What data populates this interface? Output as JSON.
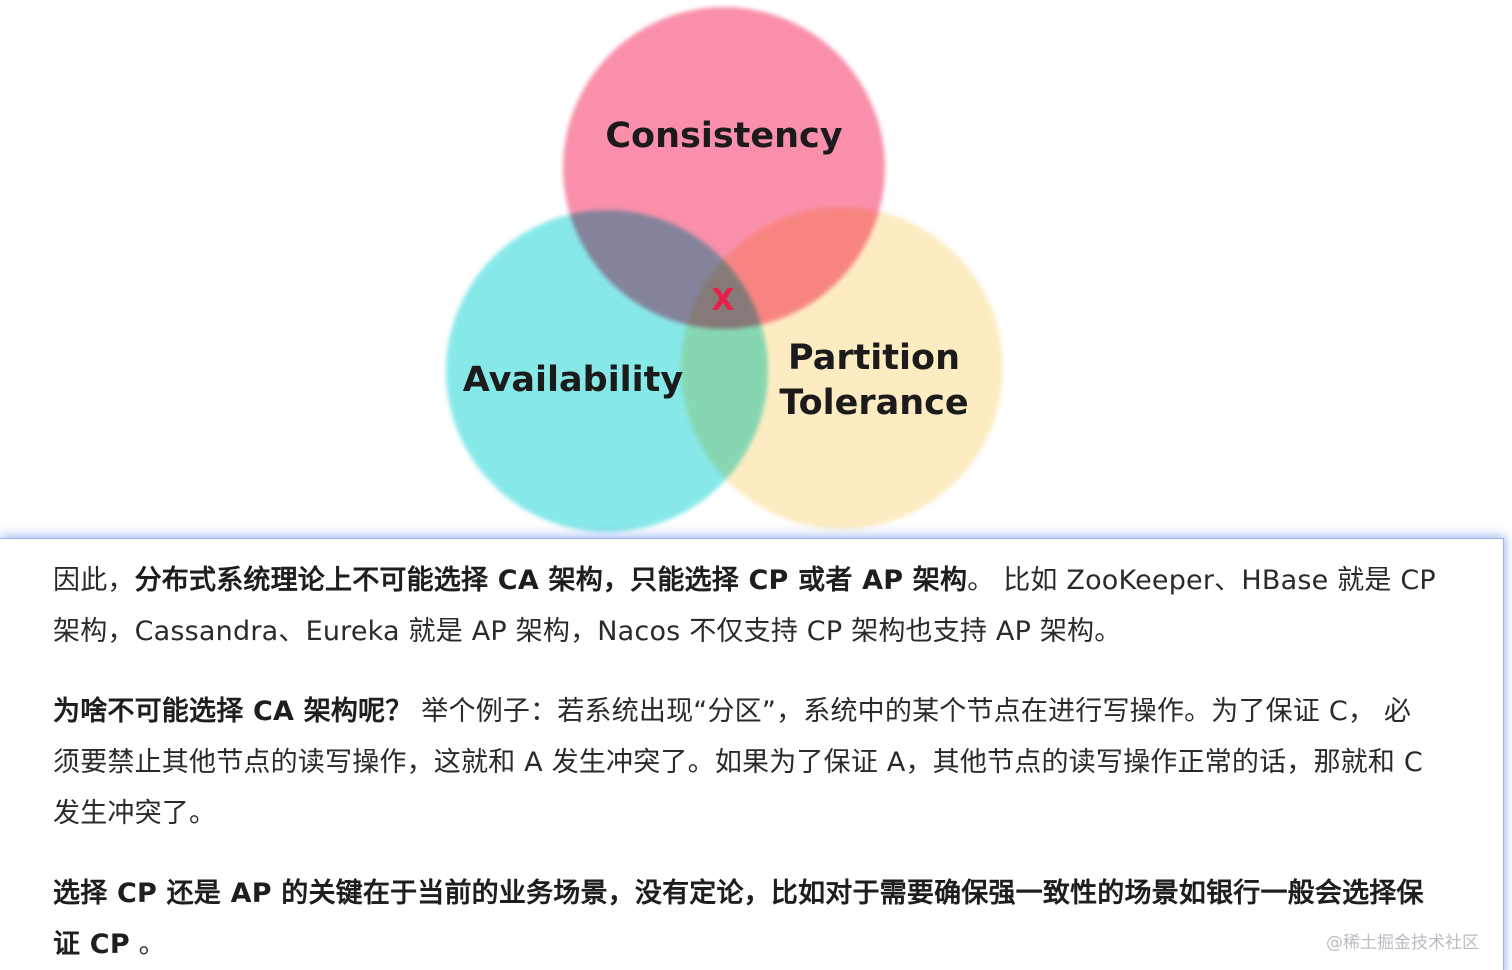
{
  "diagram": {
    "circles": [
      {
        "label": "Consistency",
        "color": "#f98aa6"
      },
      {
        "label": "Availability",
        "color": "#7ae6e6"
      },
      {
        "label_line1": "Partition",
        "label_line2": "Tolerance",
        "color": "#fde9b8"
      }
    ],
    "center_mark": "X",
    "center_mark_color": "#e6204a"
  },
  "paragraphs": {
    "p1": {
      "s1": "因此，",
      "s2": "分布式系统理论上不可能选择 CA 架构，只能选择 CP 或者 AP 架构",
      "s3": "。 比如 ZooKeeper、HBase 就是 CP 架构，Cassandra、Eureka 就是 AP 架构，Nacos 不仅支持 CP 架构也支持 AP 架构。"
    },
    "p2": {
      "s1": "为啥不可能选择 CA 架构呢？",
      "s2": " 举个例子：若系统出现“分区”，系统中的某个节点在进行写操作。为了保证 C， 必须要禁止其他节点的读写操作，这就和 A 发生冲突了。如果为了保证 A，其他节点的读写操作正常的话，那就和 C 发生冲突了。"
    },
    "p3": {
      "s1": "选择 CP 还是 AP 的关键在于当前的业务场景，没有定论，比如对于需要确保强一致性的场景如银行一般会选择保证 CP",
      "s2": " 。"
    }
  },
  "watermark": "@稀土掘金技术社区"
}
